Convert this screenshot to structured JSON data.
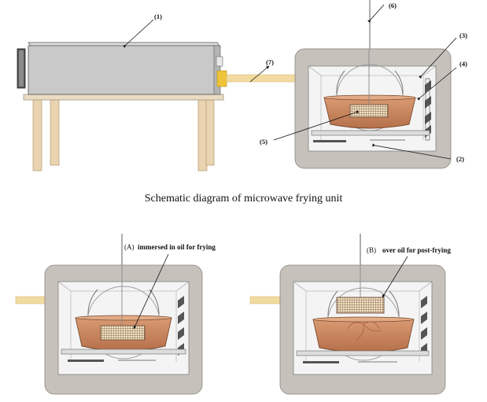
{
  "caption": "Schematic diagram of microwave frying unit",
  "callouts": {
    "c1": "(1)",
    "c2": "(2)",
    "c3": "(3)",
    "c4": "(4)",
    "c5": "(5)",
    "c6": "(6)",
    "c7": "(7)"
  },
  "panel_a": {
    "prefix": "(A)",
    "label": "immersed in oil for frying"
  },
  "panel_b": {
    "prefix": "(B)",
    "label": "over oil for post-frying"
  },
  "colors": {
    "cabinet": "#c6c1bb",
    "cavity": "#f4f4f4",
    "oil_bowl": "#c8835a",
    "support_tube": "#f2dba0",
    "table_leg": "#e9d3b0",
    "basket": "#9a6a4a"
  }
}
